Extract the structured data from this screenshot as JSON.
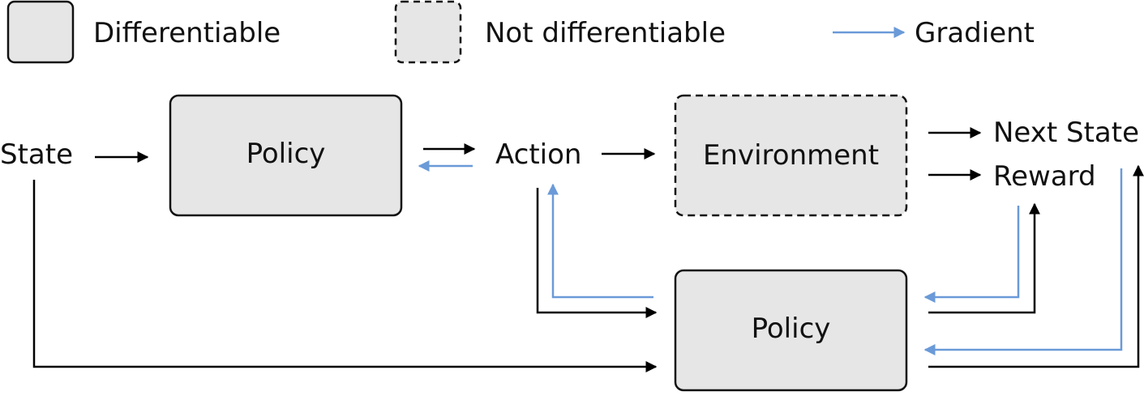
{
  "legend": {
    "differentiable": "Differentiable",
    "not_differentiable": "Not differentiable",
    "gradient": "Gradient"
  },
  "nodes": {
    "state": "State",
    "policy_top": "Policy",
    "action": "Action",
    "environment": "Environment",
    "next_state": "Next State",
    "reward": "Reward",
    "policy_bottom": "Policy"
  },
  "colors": {
    "box_fill": "#e6e6e6",
    "box_stroke": "#111111",
    "forward_arrow": "#000000",
    "gradient_arrow": "#6a9ad8"
  }
}
